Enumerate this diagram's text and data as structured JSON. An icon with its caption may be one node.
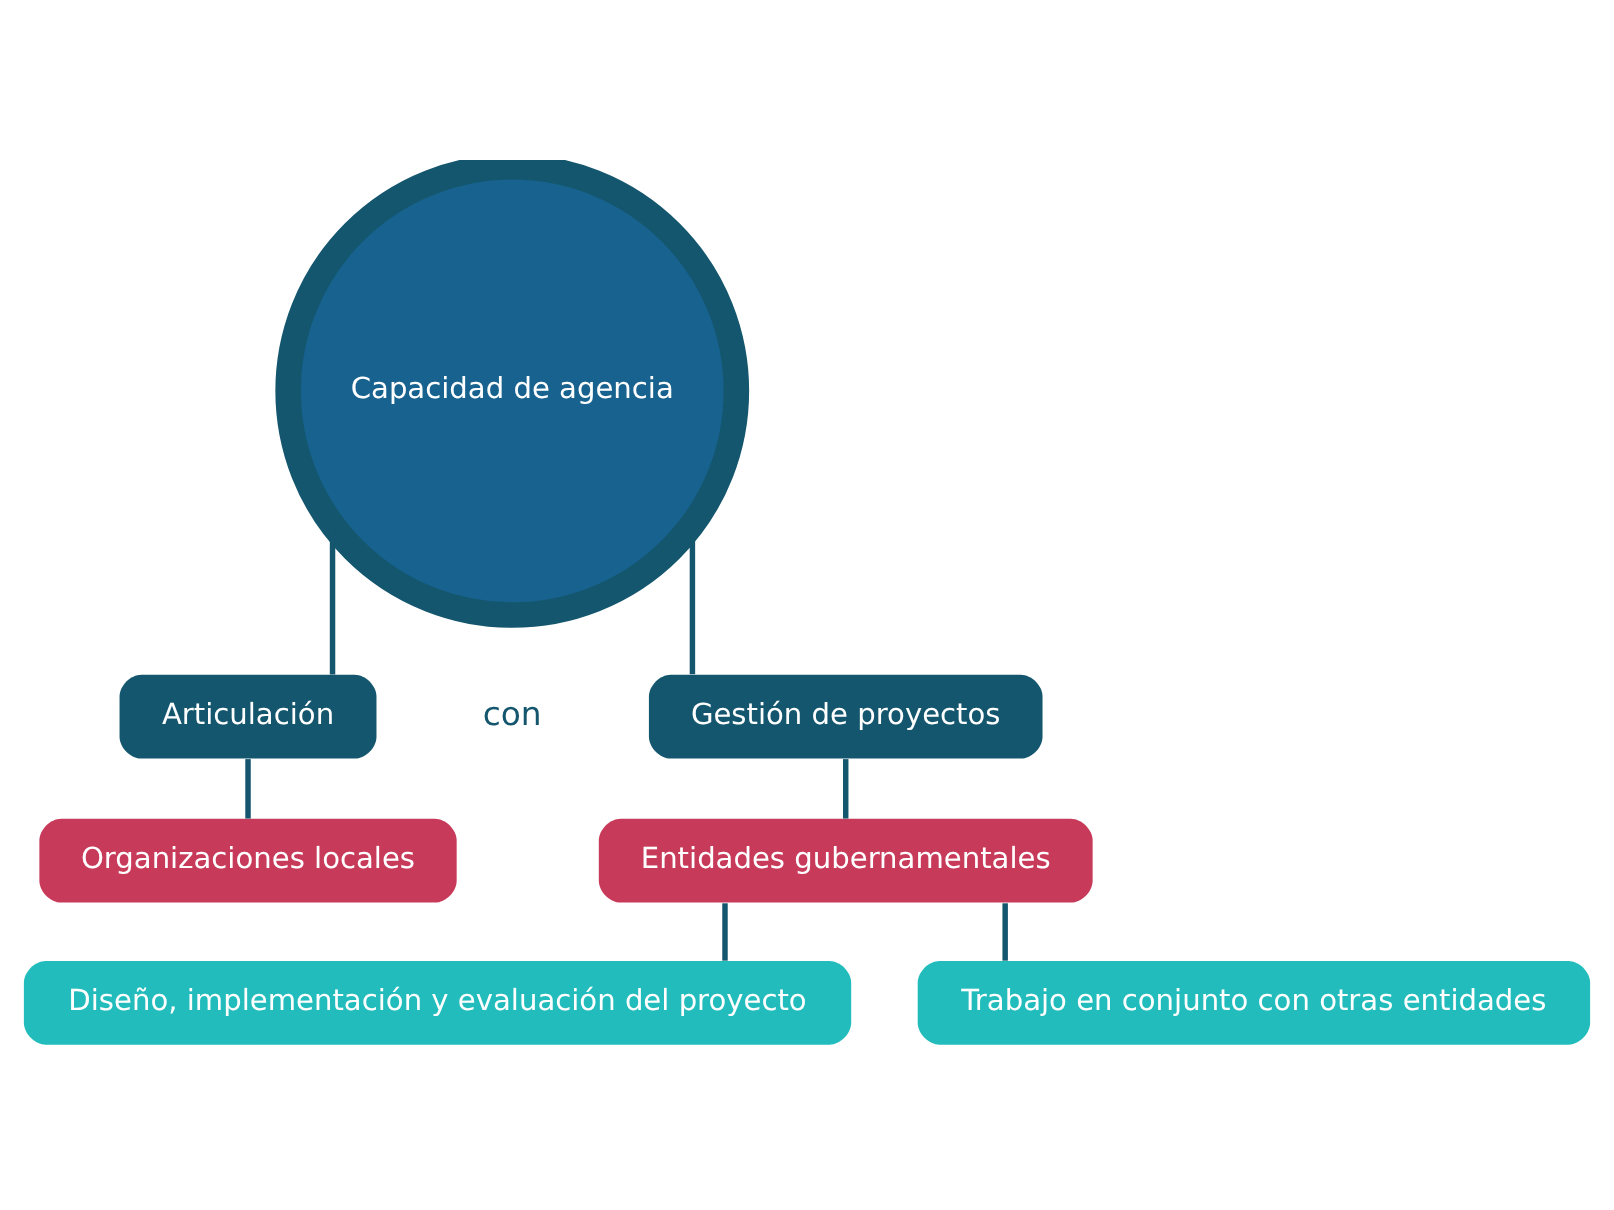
{
  "diagram": {
    "nodes": [
      {
        "text": [
          "Capacidad de agencia"
        ]
      },
      {
        "text": [
          "Articulación"
        ]
      },
      {
        "text": [
          "Gestión de proyectos"
        ]
      },
      {
        "text": [
          "Organizaciones locales"
        ]
      },
      {
        "text": [
          "Entidades gubernamentales"
        ]
      },
      {
        "text": [
          "Diseño, implementación y evaluación del proyecto"
        ]
      },
      {
        "text": [
          "Trabajo en conjunto con otras entidades"
        ]
      }
    ],
    "edges": [
      {
        "from": 0,
        "to": 1,
        "arrow": "none"
      },
      {
        "from": 0,
        "to": 2,
        "arrow": "none"
      },
      {
        "from": 1,
        "to": 3,
        "arrow": "none"
      },
      {
        "from": 2,
        "to": 4,
        "arrow": "none"
      },
      {
        "from": 4,
        "to": 5,
        "arrow": "none"
      },
      {
        "from": 4,
        "to": 6,
        "arrow": "none"
      }
    ],
    "labels": [
      "con"
    ]
  }
}
